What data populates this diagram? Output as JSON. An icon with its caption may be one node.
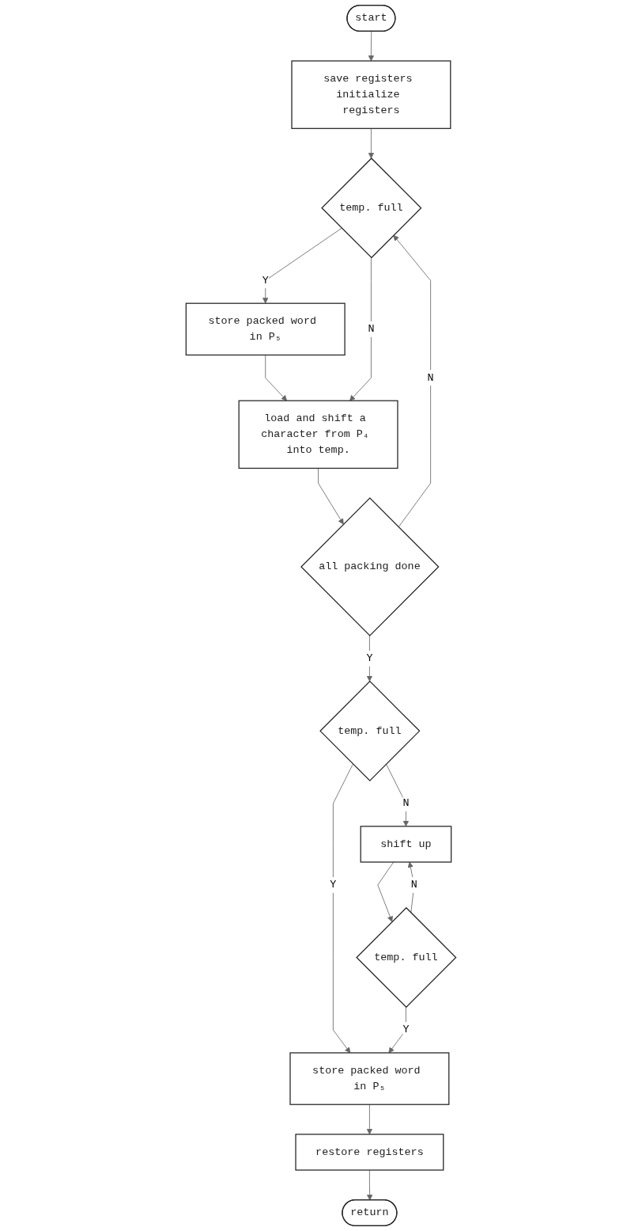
{
  "diagram": {
    "nodes": [
      {
        "text": [
          "start"
        ]
      },
      {
        "text": [
          "save registers initialize registers"
        ]
      },
      {
        "text": [
          "temp. full"
        ]
      },
      {
        "text": [
          "store packed word in P₅"
        ]
      },
      {
        "text": [
          "load and shift a character from P₄ into temp."
        ]
      },
      {
        "text": [
          "all packing done"
        ]
      },
      {
        "text": [
          "temp. full"
        ]
      },
      {
        "text": [
          "shift up"
        ]
      },
      {
        "text": [
          "temp. full"
        ]
      },
      {
        "text": [
          "store packed word in P₅"
        ]
      },
      {
        "text": [
          "restore registers"
        ]
      },
      {
        "text": [
          "return"
        ]
      }
    ],
    "edges": [
      {
        "from": 0,
        "to": 1,
        "arrow": "to"
      },
      {
        "from": 1,
        "to": 2,
        "arrow": "to"
      },
      {
        "from": 2,
        "to": 3,
        "arrow": "to",
        "label": "Y"
      },
      {
        "from": 3,
        "to": 4,
        "arrow": "to"
      },
      {
        "from": 2,
        "to": 4,
        "arrow": "to",
        "label": "N"
      },
      {
        "from": 4,
        "to": 5,
        "arrow": "to"
      },
      {
        "from": 5,
        "to": 2,
        "arrow": "to",
        "label": "N"
      },
      {
        "from": 5,
        "to": 6,
        "arrow": "to",
        "label": "Y"
      },
      {
        "from": 6,
        "to": 9,
        "arrow": "to",
        "label": "Y"
      },
      {
        "from": 6,
        "to": 7,
        "arrow": "to",
        "label": "N"
      },
      {
        "from": 7,
        "to": 8,
        "arrow": "to"
      },
      {
        "from": 8,
        "to": 7,
        "arrow": "to",
        "label": "N"
      },
      {
        "from": 8,
        "to": 9,
        "arrow": "to",
        "label": "Y"
      },
      {
        "from": 9,
        "to": 10,
        "arrow": "to"
      },
      {
        "from": 10,
        "to": 11,
        "arrow": "to"
      }
    ]
  }
}
